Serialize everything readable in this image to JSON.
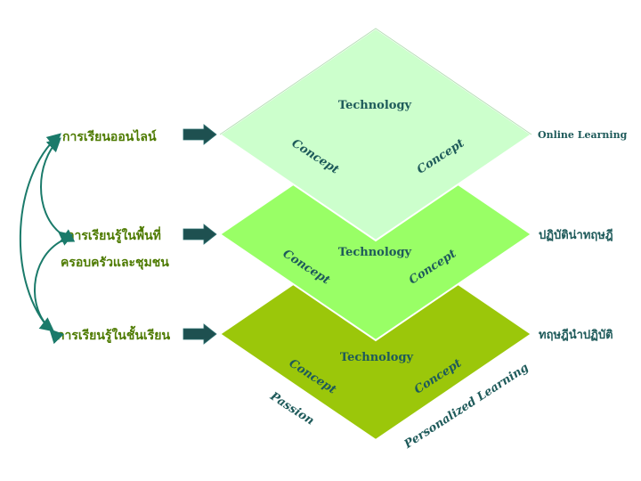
{
  "colors": {
    "layer_bottom": "#9bc70a",
    "layer_middle": "#99ff66",
    "layer_top": "#ccffcc",
    "teal_text": "#1e5a5a",
    "arrow_fill": "#1e5050",
    "left_label_text": "#4d7a00",
    "curved_arrow": "#1a7a6a"
  },
  "left_labels": {
    "online": "การเรียนออนไลน์",
    "home_line1": "การเรียนรู้ในพื้นที่",
    "home_line2": "ครอบครัวและชุมชน",
    "classroom": "การเรียนรู้ในชั้นเรียน"
  },
  "layers": {
    "top": {
      "center": "Technology",
      "left": "Concept",
      "right": "Concept"
    },
    "middle": {
      "center": "Technology",
      "left": "Concept",
      "right": "Concept"
    },
    "bottom": {
      "center": "Technology",
      "left": "Concept",
      "right": "Concept"
    }
  },
  "right_labels": {
    "top": "Online Learning",
    "middle": "ปฏิบัติน่าทฤษฎี",
    "bottom": "ทฤษฎีนำปฏิบัติ"
  },
  "bottom_edges": {
    "left": "Passion",
    "right": "Personalized Learning"
  }
}
